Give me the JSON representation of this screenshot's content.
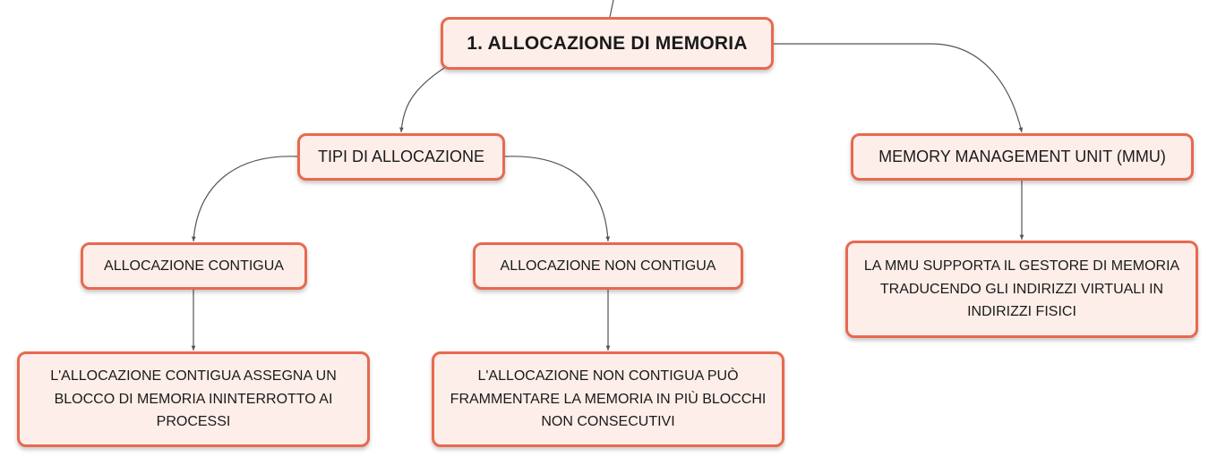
{
  "colors": {
    "node_fill": "#fdeee9",
    "node_border": "#e8694f",
    "connector": "#555555"
  },
  "nodes": {
    "root": "1. ALLOCAZIONE DI MEMORIA",
    "tipi": "TIPI DI ALLOCAZIONE",
    "mmu": "MEMORY MANAGEMENT UNIT (MMU)",
    "contigua": "ALLOCAZIONE CONTIGUA",
    "non_contigua": "ALLOCAZIONE NON CONTIGUA",
    "contigua_desc": "L'ALLOCAZIONE CONTIGUA ASSEGNA UN BLOCCO DI MEMORIA ININTERROTTO AI PROCESSI",
    "non_contigua_desc": "L'ALLOCAZIONE NON CONTIGUA PUÒ FRAMMENTARE LA MEMORIA IN PIÙ BLOCCHI NON CONSECUTIVI",
    "mmu_desc": "LA MMU SUPPORTA IL GESTORE DI MEMORIA TRADUCENDO GLI INDIRIZZI VIRTUALI IN INDIRIZZI FISICI"
  }
}
